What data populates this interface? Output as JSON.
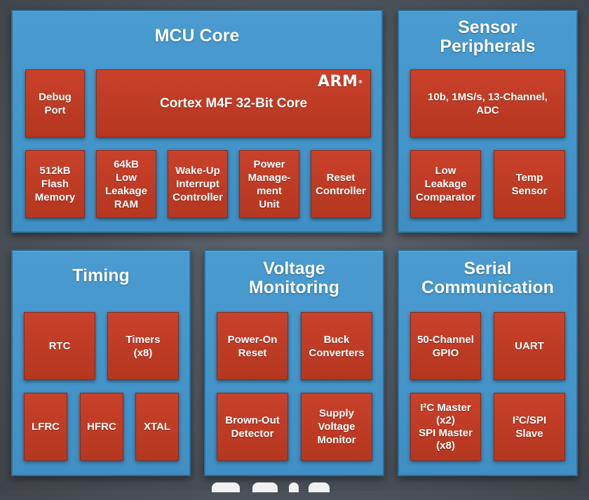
{
  "panels": {
    "mcu_core": {
      "title": "MCU Core",
      "arm_logo": "ARM",
      "blocks": {
        "debug_port": "Debug\nPort",
        "cortex": "Cortex M4F 32-Bit Core",
        "flash": "512kB\nFlash\nMemory",
        "ram": "64kB\nLow\nLeakage\nRAM",
        "wakeup": "Wake-Up\nInterrupt\nController",
        "power": "Power\nManage-\nment\nUnit",
        "reset": "Reset\nController"
      }
    },
    "sensor": {
      "title": "Sensor\nPeripherals",
      "blocks": {
        "adc": "10b, 1MS/s, 13-Channel,\nADC",
        "comparator": "Low\nLeakage\nComparator",
        "temp": "Temp\nSensor"
      }
    },
    "timing": {
      "title": "Timing",
      "blocks": {
        "rtc": "RTC",
        "timers": "Timers\n(x8)",
        "lfrc": "LFRC",
        "hfrc": "HFRC",
        "xtal": "XTAL"
      }
    },
    "voltage": {
      "title": "Voltage\nMonitoring",
      "blocks": {
        "por": "Power-On\nReset",
        "buck": "Buck\nConverters",
        "brownout": "Brown-Out\nDetector",
        "supply": "Supply\nVoltage\nMonitor"
      }
    },
    "serial": {
      "title": "Serial\nCommunication",
      "blocks": {
        "gpio": "50-Channel\nGPIO",
        "uart": "UART",
        "i2c_master": "I²C Master\n(x2)\nSPI Master\n(x8)",
        "i2c_slave": "I²C/SPI\nSlave"
      }
    }
  },
  "colors": {
    "background": "#4b5158",
    "panel": "#4394c8",
    "block": "#c03b25",
    "text": "#ffffff"
  }
}
